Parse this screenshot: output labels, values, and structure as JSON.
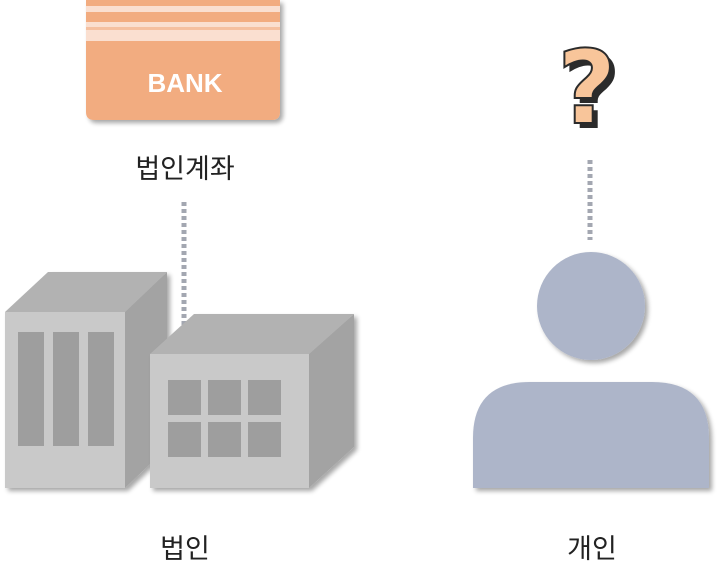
{
  "card": {
    "bank_text": "BANK",
    "color": "#f2ac80",
    "stripe_color": "#fadfd0"
  },
  "labels": {
    "corporate_account": "법인계좌",
    "corporation": "법인",
    "individual": "개인"
  },
  "question_mark": "?",
  "colors": {
    "building_front": "#c9c9c9",
    "building_top": "#b2b2b2",
    "building_side": "#a3a3a3",
    "building_window": "#9e9e9e",
    "person": "#adb5c9",
    "dotted_line": "#a3a7b1",
    "question_fill": "#f8c59a"
  }
}
